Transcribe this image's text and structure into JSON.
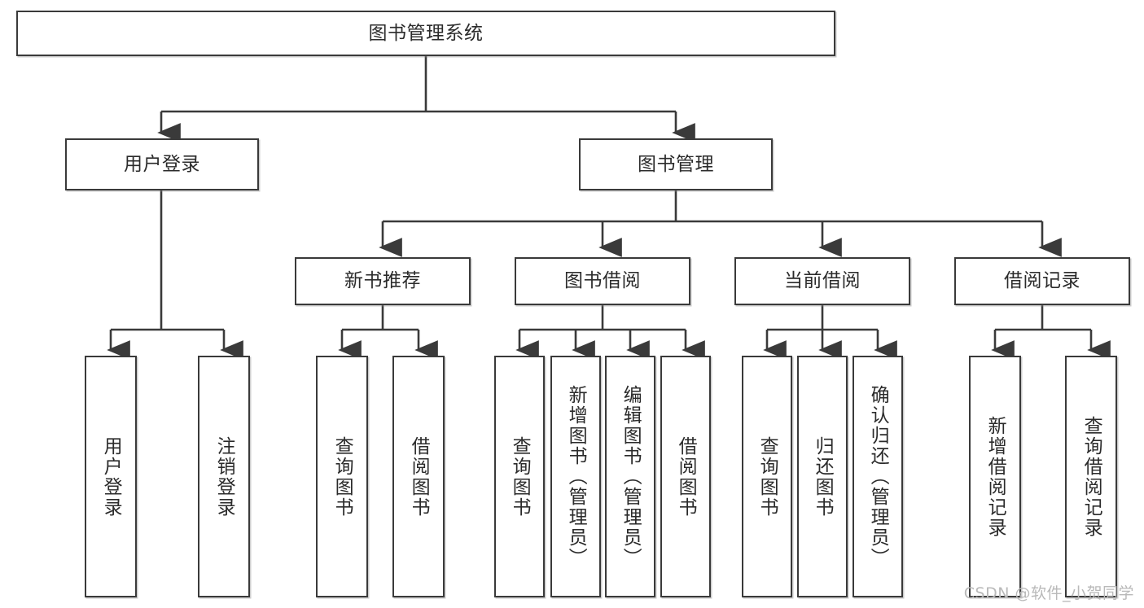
{
  "diagram": {
    "type": "tree",
    "title": "图书管理系统",
    "root": {
      "id": "root",
      "label": "图书管理系统"
    },
    "level2": [
      {
        "id": "user-login",
        "label": "用户登录"
      },
      {
        "id": "book-manage",
        "label": "图书管理"
      }
    ],
    "level3": [
      {
        "id": "new-book-recommend",
        "label": "新书推荐",
        "parent": "book-manage"
      },
      {
        "id": "book-borrow",
        "label": "图书借阅",
        "parent": "book-manage"
      },
      {
        "id": "current-borrow",
        "label": "当前借阅",
        "parent": "book-manage"
      },
      {
        "id": "borrow-record",
        "label": "借阅记录",
        "parent": "book-manage"
      }
    ],
    "leaves": [
      {
        "id": "leaf-user-login",
        "label": "用户登录",
        "parent": "user-login"
      },
      {
        "id": "leaf-user-logout",
        "label": "注销登录",
        "parent": "user-login"
      },
      {
        "id": "leaf-query-book-1",
        "label": "查询图书",
        "parent": "new-book-recommend"
      },
      {
        "id": "leaf-borrow-book-1",
        "label": "借阅图书",
        "parent": "new-book-recommend"
      },
      {
        "id": "leaf-query-book-2",
        "label": "查询图书",
        "parent": "book-borrow"
      },
      {
        "id": "leaf-add-book",
        "label": "新增图书（管理员）",
        "parent": "book-borrow"
      },
      {
        "id": "leaf-edit-book",
        "label": "编辑图书（管理员）",
        "parent": "book-borrow"
      },
      {
        "id": "leaf-borrow-book-2",
        "label": "借阅图书",
        "parent": "book-borrow"
      },
      {
        "id": "leaf-query-book-3",
        "label": "查询图书",
        "parent": "current-borrow"
      },
      {
        "id": "leaf-return-book",
        "label": "归还图书",
        "parent": "current-borrow"
      },
      {
        "id": "leaf-confirm-return",
        "label": "确认归还（管理员）",
        "parent": "current-borrow"
      },
      {
        "id": "leaf-add-record",
        "label": "新增借阅记录",
        "parent": "borrow-record"
      },
      {
        "id": "leaf-query-record",
        "label": "查询借阅记录",
        "parent": "borrow-record"
      }
    ],
    "watermark": "CSDN @软件_小贺同学",
    "colors": {
      "stroke": "#3a3a3a",
      "text": "#2b2b2b",
      "background": "#ffffff",
      "watermark": "#b9b9b9"
    }
  }
}
